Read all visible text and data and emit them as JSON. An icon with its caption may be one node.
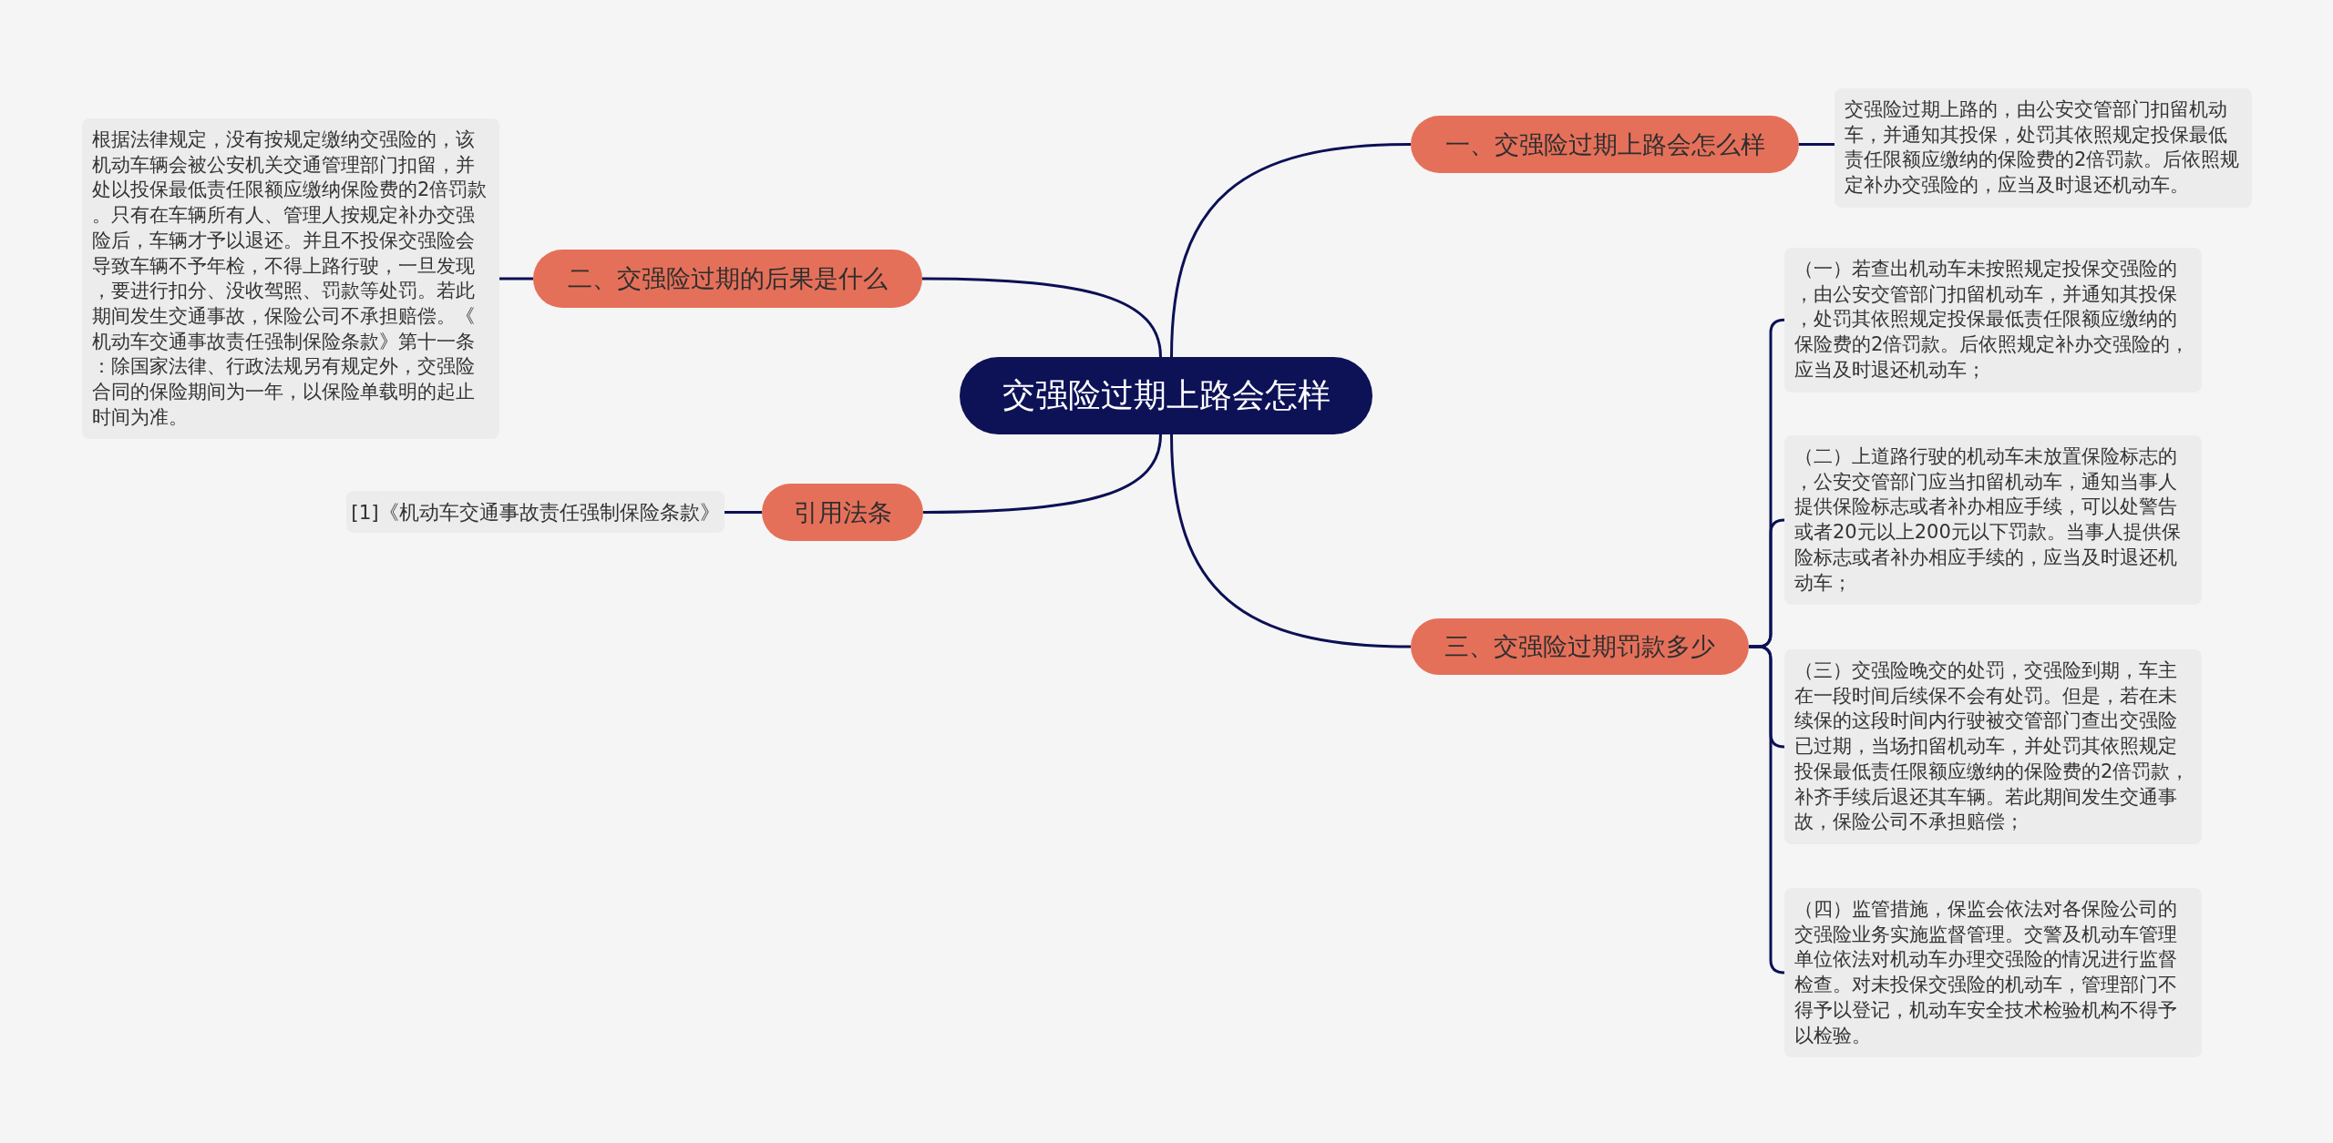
{
  "diagram": {
    "nodes": [
      {
        "text": [
          "交强险过期上路会怎样"
        ]
      },
      {
        "text": [
          "一、交强险过期上路会怎么样"
        ]
      },
      {
        "text": [
          "交强险过期上路的，由公安交管部门扣留机动车，并通知其投保，处罚其依照规定投保最低责任限额应缴纳的保险费的2倍罚款。后依照规定补办交强险的，应当及时退还机动车。"
        ]
      },
      {
        "text": [
          "二、交强险过期的后果是什么"
        ]
      },
      {
        "text": [
          "根据法律规定，没有按规定缴纳交强险的，该机动车辆会被公安机关交通管理部门扣留，并处以投保最低责任限额应缴纳保险费的2倍罚款。只有在车辆所有人、管理人按规定补办交强险后，车辆才予以退还。并且不投保交强险会导致车辆不予年检，不得上路行驶，一旦发现，要进行扣分、没收驾照、罚款等处罚。若此期间发生交通事故，保险公司不承担赔偿。《机动车交通事故责任强制保险条款》第十一条：除国家法律、行政法规另有规定外，交强险合同的保险期间为一年，以保险单载明的起止时间为准。"
        ]
      },
      {
        "text": [
          "引用法条"
        ]
      },
      {
        "text": [
          "[1]《机动车交通事故责任强制保险条款》"
        ]
      },
      {
        "text": [
          "三、交强险过期罚款多少"
        ]
      },
      {
        "text": [
          "（一）若查出机动车未按照规定投保交强险的，由公安交管部门扣留机动车，并通知其投保，处罚其依照规定投保最低责任限额应缴纳的保险费的2倍罚款。后依照规定补办交强险的，应当及时退还机动车；"
        ]
      },
      {
        "text": [
          "（二）上道路行驶的机动车未放置保险标志的，公安交管部门应当扣留机动车，通知当事人提供保险标志或者补办相应手续，可以处警告或者20元以上200元以下罚款。当事人提供保险标志或者补办相应手续的，应当及时退还机动车；"
        ]
      },
      {
        "text": [
          "（三）交强险晚交的处罚，交强险到期，车主在一段时间后续保不会有处罚。但是，若在未续保的这段时间内行驶被交管部门查出交强险已过期，当场扣留机动车，并处罚其依照规定投保最低责任限额应缴纳的保险费的2倍罚款，补齐手续后退还其车辆。若此期间发生交通事故，保险公司不承担赔偿；"
        ]
      },
      {
        "text": [
          "（四）监管措施，保监会依法对各保险公司的交强险业务实施监督管理。交警及机动车管理单位依法对机动车办理交强险的情况进行监督检查。对未投保交强险的机动车，管理部门不得予以登记，机动车安全技术检验机构不得予以检验。"
        ]
      }
    ],
    "edges": [
      {
        "from": 0,
        "to": 1,
        "arrow": "none"
      },
      {
        "from": 1,
        "to": 2,
        "arrow": "none"
      },
      {
        "from": 0,
        "to": 3,
        "arrow": "none"
      },
      {
        "from": 3,
        "to": 4,
        "arrow": "none"
      },
      {
        "from": 0,
        "to": 5,
        "arrow": "none"
      },
      {
        "from": 5,
        "to": 6,
        "arrow": "none"
      },
      {
        "from": 0,
        "to": 7,
        "arrow": "none"
      },
      {
        "from": 7,
        "to": 8,
        "arrow": "none"
      },
      {
        "from": 7,
        "to": 9,
        "arrow": "none"
      },
      {
        "from": 7,
        "to": 10,
        "arrow": "none"
      },
      {
        "from": 7,
        "to": 11,
        "arrow": "none"
      }
    ]
  }
}
